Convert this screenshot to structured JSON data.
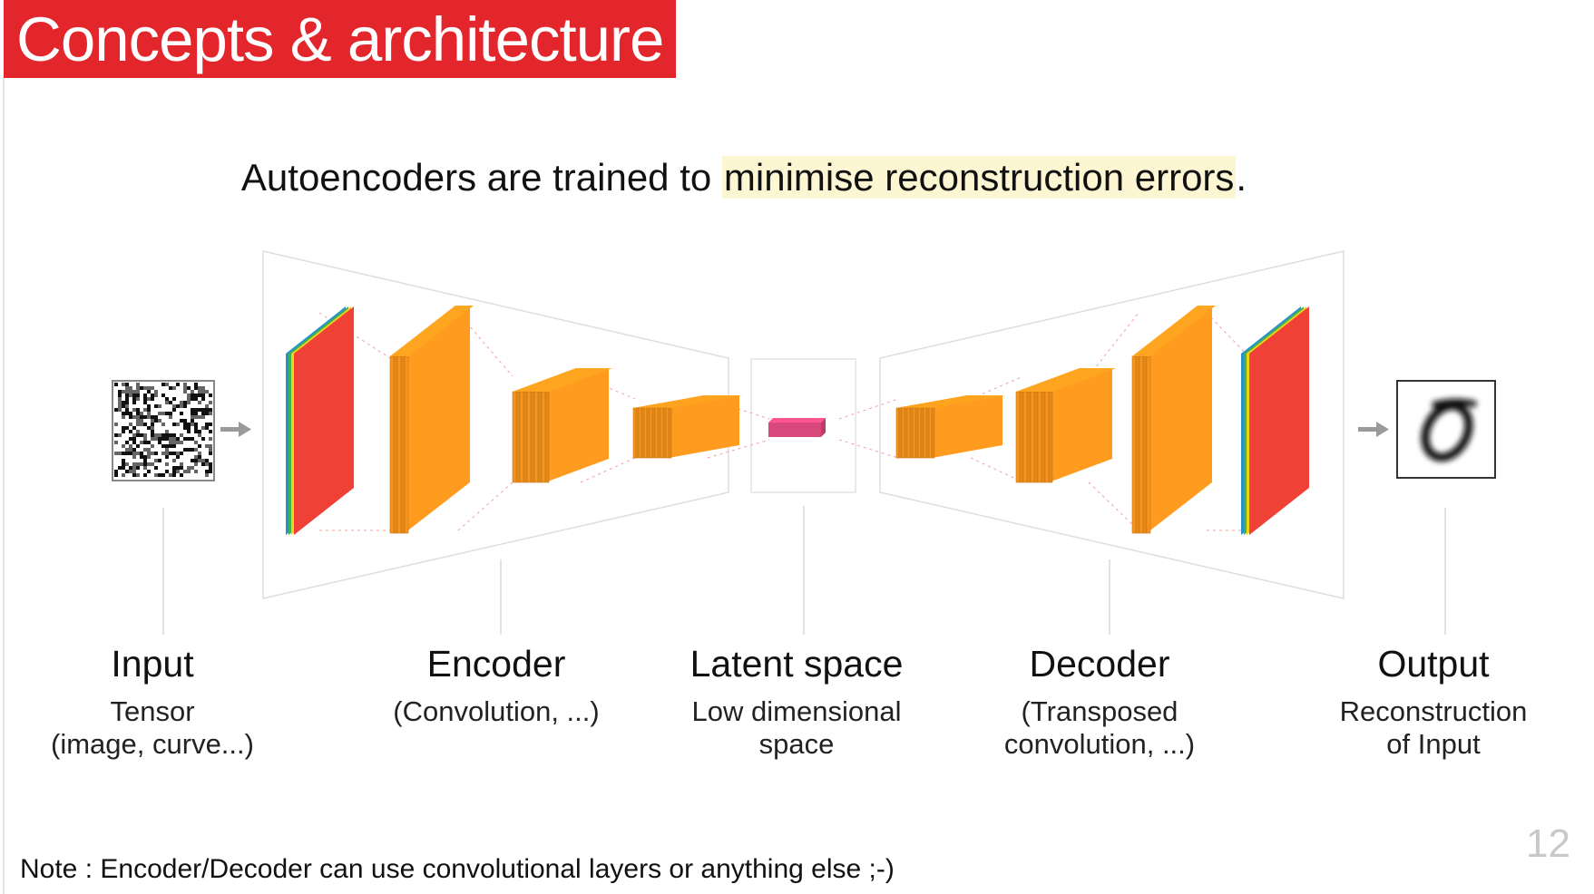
{
  "slide": {
    "title": "Concepts & architecture",
    "subtitle_prefix": "Autoencoders are trained to ",
    "subtitle_highlight": "minimise reconstruction errors",
    "subtitle_suffix": ".",
    "note": "Note : Encoder/Decoder can use convolutional layers or anything else ;-)",
    "page_number": "12"
  },
  "columns": [
    {
      "heading": "Input",
      "description_line1": "Tensor",
      "description_line2": "(image, curve...)"
    },
    {
      "heading": "Encoder",
      "description_line1": "(Convolution, ...)",
      "description_line2": ""
    },
    {
      "heading": "Latent space",
      "description_line1": "Low dimensional",
      "description_line2": "space"
    },
    {
      "heading": "Decoder",
      "description_line1": "(Transposed",
      "description_line2": "convolution, ...)"
    },
    {
      "heading": "Output",
      "description_line1": "Reconstruction",
      "description_line2": "of Input"
    }
  ],
  "colors": {
    "title_bg": "#e3262b",
    "highlight_bg": "#fdf6d3",
    "layer_orange": "#f7941d",
    "layer_red": "#ef4136",
    "latent_pink": "#d9487a"
  },
  "icons": {
    "input": "noise-image-icon",
    "output": "digit-zero-image-icon",
    "arrow": "arrow-right-icon"
  }
}
